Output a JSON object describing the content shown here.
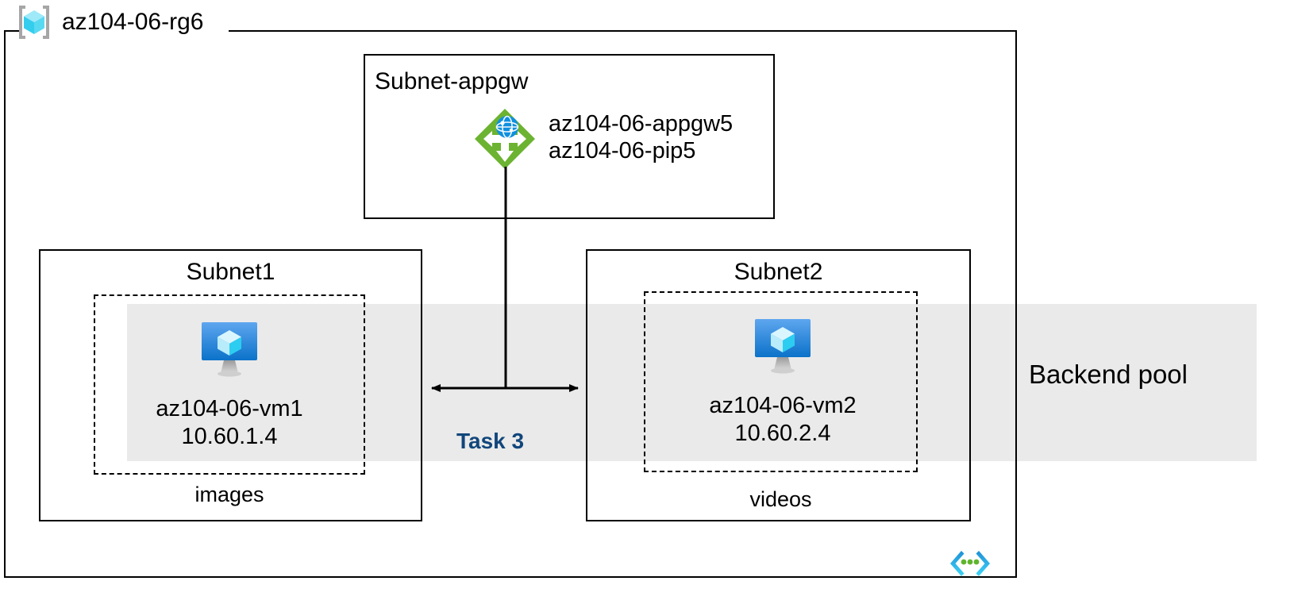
{
  "diagram": {
    "title": "az104-06-rg6",
    "type": "azure-network-architecture"
  },
  "resource_group": {
    "name": "az104-06-rg6",
    "icon": "resource-group-cube-icon"
  },
  "subnets": [
    {
      "id": "subnet-appgw",
      "title": "Subnet-appgw",
      "caption": "",
      "resources": [
        {
          "icon": "application-gateway-icon",
          "labels": [
            "az104-06-appgw5",
            "az104-06-pip5"
          ]
        }
      ]
    },
    {
      "id": "subnet1",
      "title": "Subnet1",
      "caption": "images",
      "resources": [
        {
          "icon": "virtual-machine-icon",
          "name": "az104-06-vm1",
          "ip": "10.60.1.4"
        }
      ]
    },
    {
      "id": "subnet2",
      "title": "Subnet2",
      "caption": "videos",
      "resources": [
        {
          "icon": "virtual-machine-icon",
          "name": "az104-06-vm2",
          "ip": "10.60.2.4"
        }
      ]
    }
  ],
  "annotations": {
    "backend_pool_label": "Backend pool",
    "task_label": "Task 3"
  },
  "icons": {
    "code_brackets": "code-brackets-icon"
  },
  "colors": {
    "task_label": "#11467b",
    "backend_band": "#eaeaea",
    "appgw_green": "#6cb331",
    "appgw_globe_blue": "#0f8fe0",
    "vm_blue_top": "#5aa0ec",
    "vm_blue_bottom": "#0f78ce",
    "rg_cube_cyan": "#7ae0f5",
    "rg_bracket_gray": "#a6a6a6",
    "stroke": "#000000",
    "code_icon_cyan": "#32c5f4",
    "code_icon_green": "#5fb52c"
  }
}
